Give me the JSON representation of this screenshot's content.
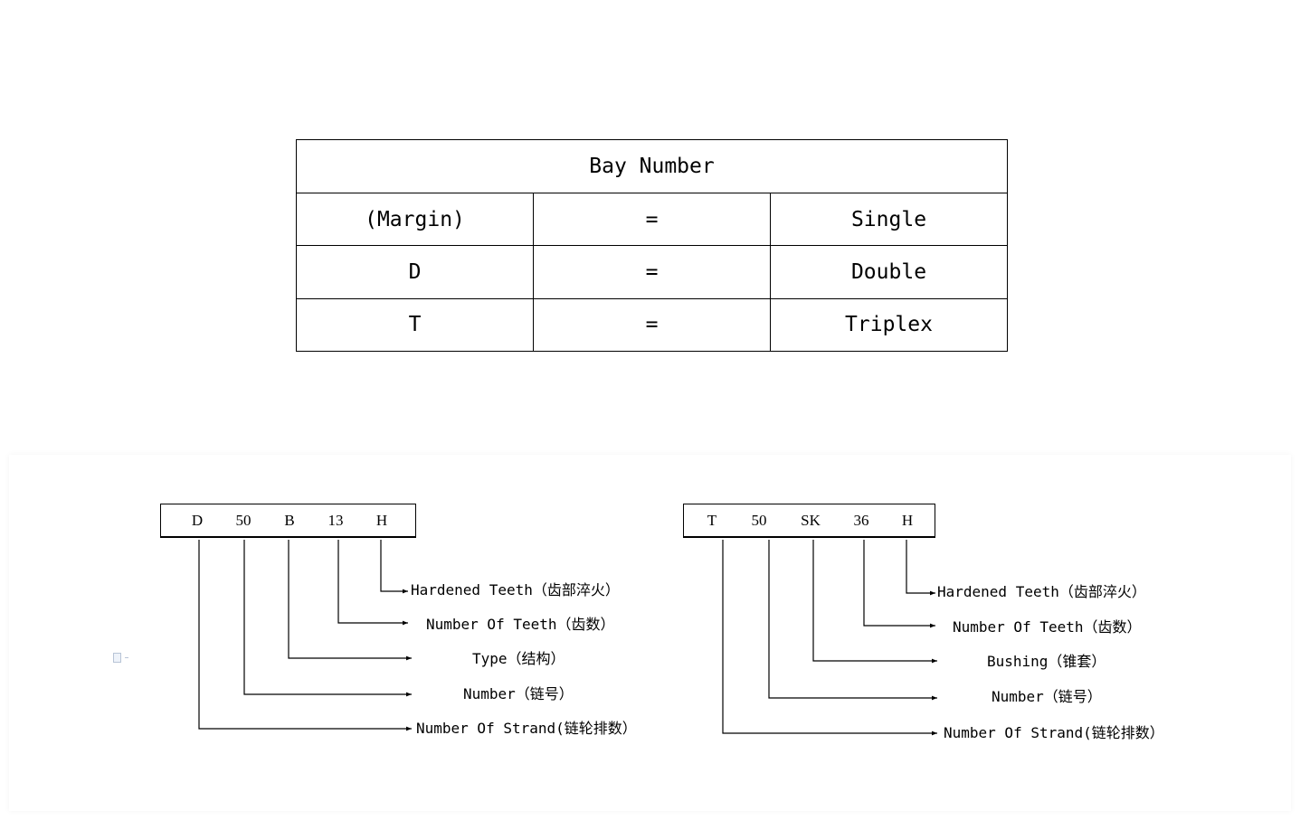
{
  "bay_table": {
    "title": "Bay Number",
    "rows": [
      {
        "code": "(Margin)",
        "eq": "=",
        "meaning": "Single"
      },
      {
        "code": "D",
        "eq": "=",
        "meaning": "Double"
      },
      {
        "code": "T",
        "eq": "=",
        "meaning": "Triplex"
      }
    ]
  },
  "left_code": {
    "segments": [
      "D",
      "50",
      "B",
      "13",
      "H"
    ],
    "labels": {
      "hardened": "Hardened Teeth（齿部淬火）",
      "teeth": "Number Of Teeth（齿数）",
      "type": "Type（结构）",
      "number": "Number（链号）",
      "strand": "Number Of Strand(链轮排数）"
    }
  },
  "right_code": {
    "segments": [
      "T",
      "50",
      "SK",
      "36",
      "H"
    ],
    "labels": {
      "hardened": "Hardened Teeth（齿部淬火）",
      "teeth": "Number Of Teeth（齿数）",
      "bushing": "Bushing（锥套）",
      "number": "Number（链号）",
      "strand": "Number Of Strand(链轮排数）"
    }
  }
}
